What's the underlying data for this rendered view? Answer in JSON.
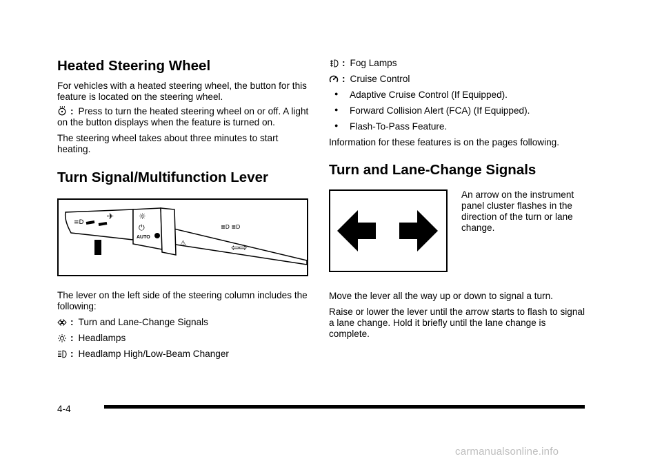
{
  "left": {
    "heading_heated": "Heated Steering Wheel",
    "p_heated_1": "For vehicles with a heated steering wheel, the button for this feature is located on the steering wheel.",
    "heated_icon": "heated-steering-wheel-icon",
    "p_heated_2": "Press to turn the heated steering wheel on or off. A light on the button displays when the feature is turned on.",
    "p_heated_3": "The steering wheel takes about three minutes to start heating.",
    "heading_lever": "Turn Signal/Multifunction Lever",
    "lever_figure_labels": {
      "auto": "AUTO"
    },
    "p_lever_intro": "The lever on the left side of the steering column includes the following:",
    "items": [
      {
        "icon": "turn-signal-arrows-icon",
        "label": "Turn and Lane-Change Signals"
      },
      {
        "icon": "headlamps-icon",
        "label": "Headlamps"
      },
      {
        "icon": "high-beam-icon",
        "label": "Headlamp High/Low-Beam Changer"
      }
    ]
  },
  "right": {
    "items": [
      {
        "icon": "fog-lamps-icon",
        "label": "Fog Lamps"
      },
      {
        "icon": "cruise-control-icon",
        "label": "Cruise Control"
      }
    ],
    "bullets": [
      "Adaptive Cruise Control (If Equipped).",
      "Forward Collision Alert (FCA) (If Equipped).",
      "Flash-To-Pass Feature."
    ],
    "p_info": "Information for these features is on the pages following.",
    "heading_signals": "Turn and Lane-Change Signals",
    "arrow_caption": "An arrow on the instrument panel cluster flashes in the direction of the turn or lane change.",
    "p_move": "Move the lever all the way up or down to signal a turn.",
    "p_raise": "Raise or lower the lever until the arrow starts to flash to signal a lane change. Hold it briefly until the lane change is complete."
  },
  "footer": {
    "page_number": "4-4",
    "watermark": "carmanualsonline.info"
  }
}
